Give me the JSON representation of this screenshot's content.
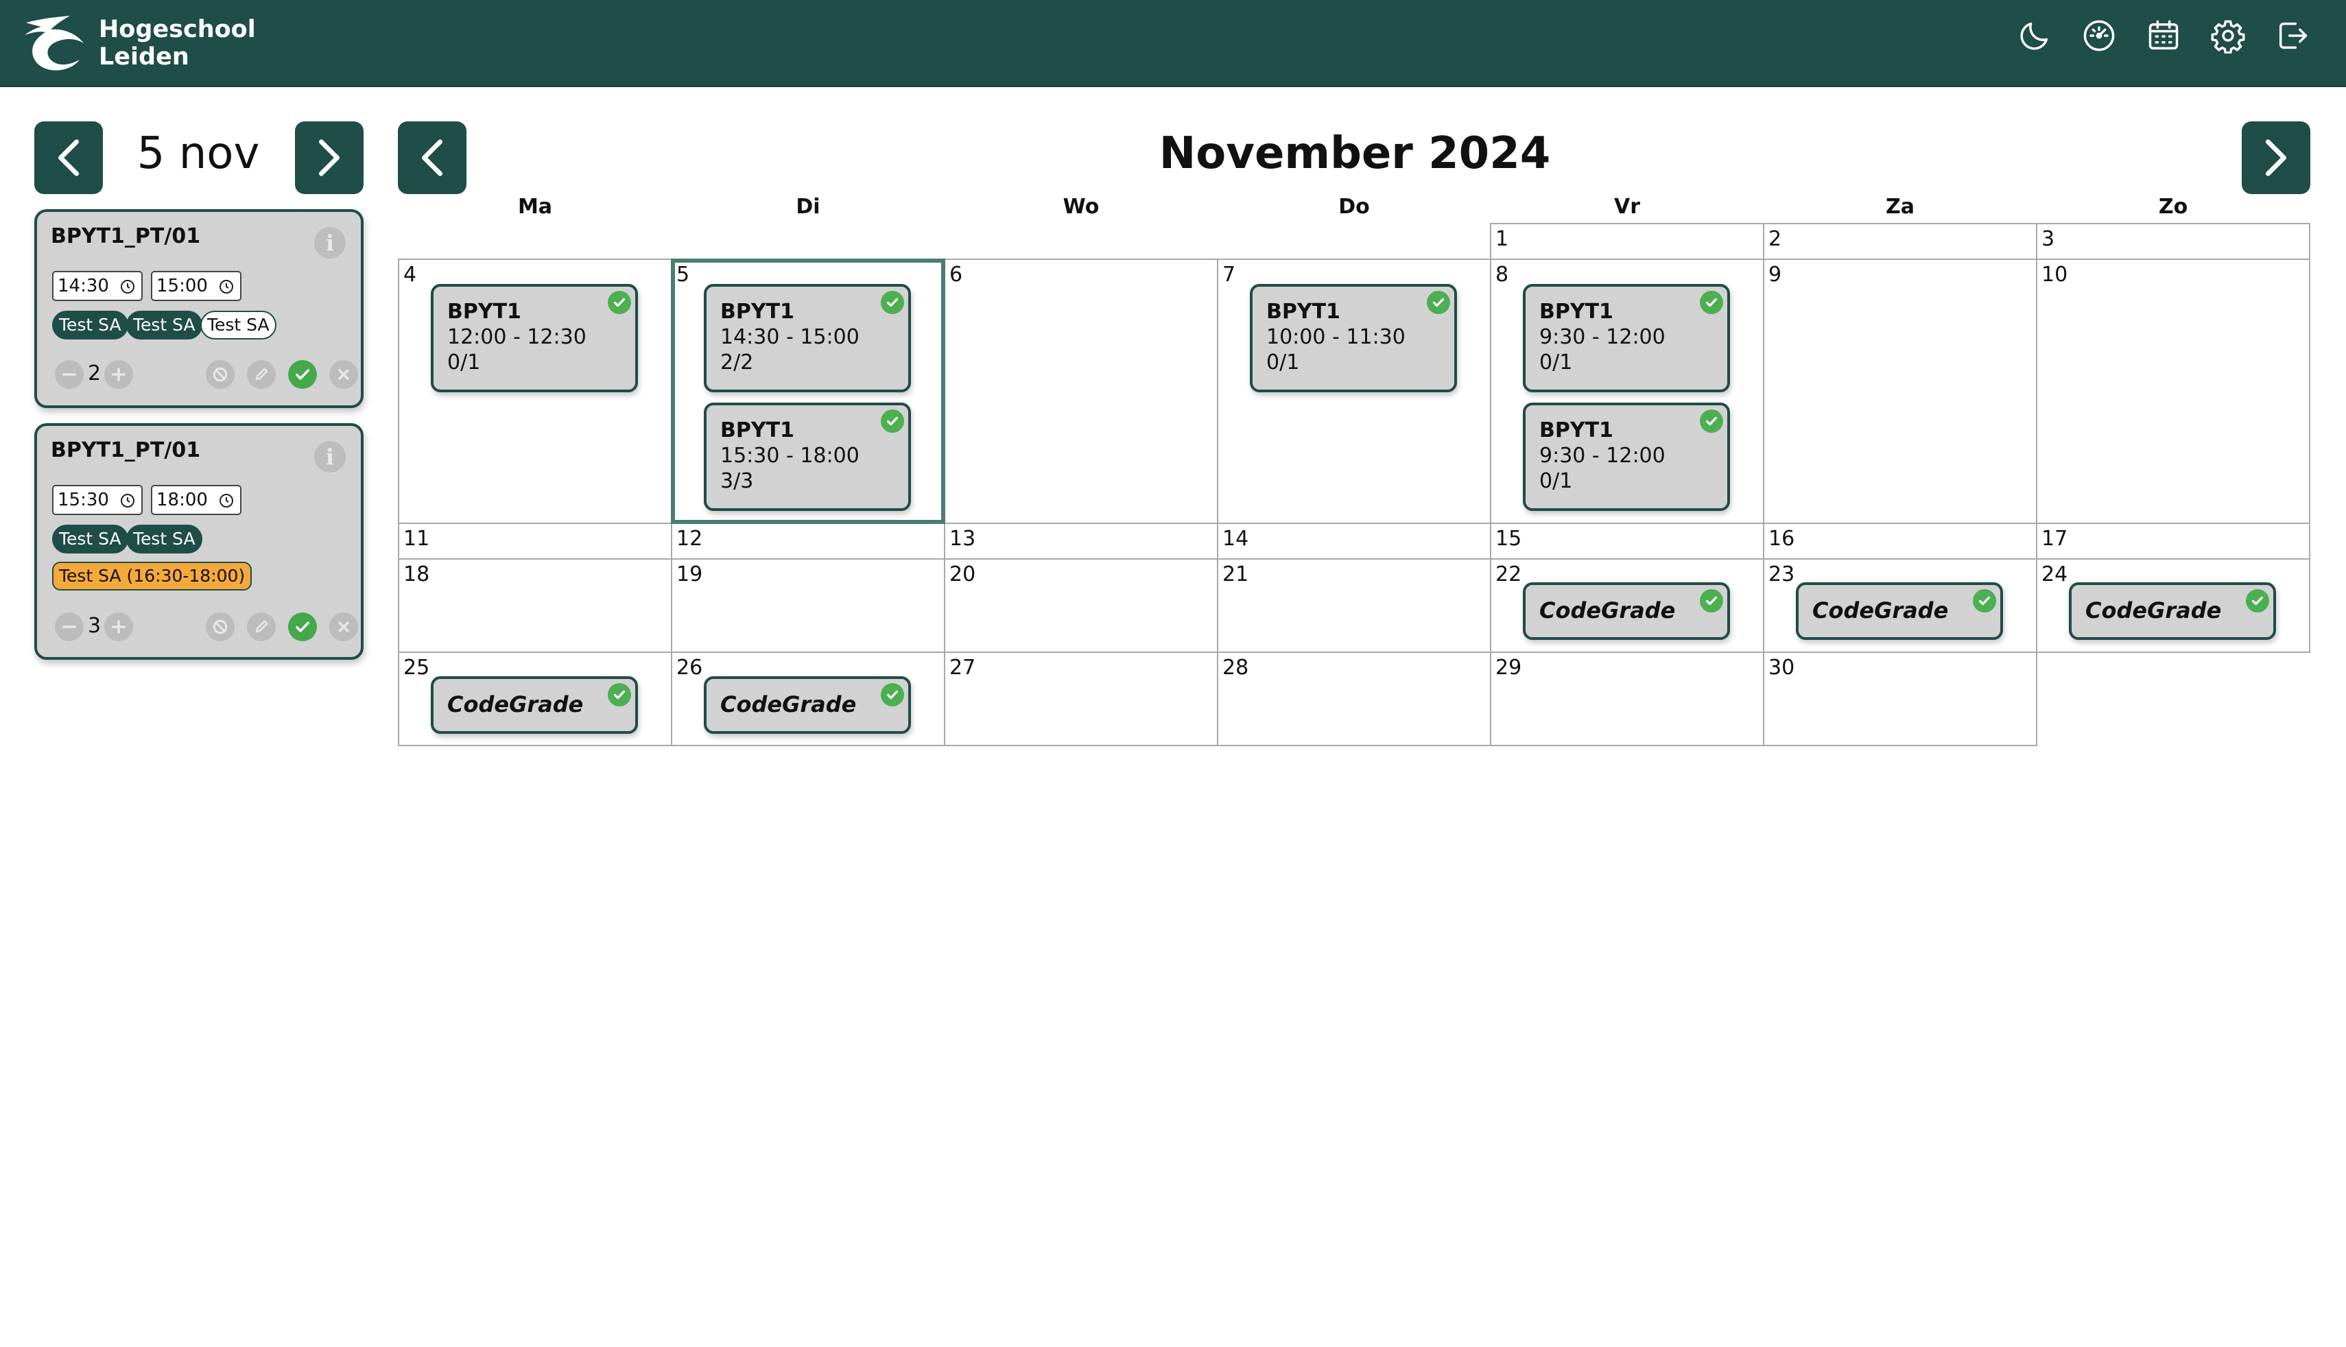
{
  "header": {
    "logo_line1": "Hogeschool",
    "logo_line2": "Leiden",
    "icons": [
      "moon-icon",
      "dashboard-icon",
      "calendar-icon",
      "gear-icon",
      "logout-icon"
    ],
    "brand_color": "#1f4d48"
  },
  "day_panel": {
    "date_label": "5 nov",
    "slots": [
      {
        "title": "BPYT1_PT/01",
        "start": "14:30",
        "end": "15:00",
        "tags": [
          "Test SA",
          "Test SA",
          "Test SA"
        ],
        "count": "2"
      },
      {
        "title": "BPYT1_PT/01",
        "start": "15:30",
        "end": "18:00",
        "tags": [
          "Test SA",
          "Test SA",
          "Test SA (16:30-18:00)"
        ],
        "count": "3"
      }
    ]
  },
  "calendar": {
    "month_title": "November 2024",
    "weekdays": [
      "Ma",
      "Di",
      "Wo",
      "Do",
      "Vr",
      "Za",
      "Zo"
    ],
    "days": [
      "1",
      "2",
      "3",
      "4",
      "5",
      "6",
      "7",
      "8",
      "9",
      "10",
      "11",
      "12",
      "13",
      "14",
      "15",
      "16",
      "17",
      "18",
      "19",
      "20",
      "21",
      "22",
      "23",
      "24",
      "25",
      "26",
      "27",
      "28",
      "29",
      "30"
    ],
    "events": {
      "d4": [
        {
          "title": "BPYT1",
          "time": "12:00 - 12:30",
          "count": "0/1"
        }
      ],
      "d5": [
        {
          "title": "BPYT1",
          "time": "14:30 - 15:00",
          "count": "2/2"
        },
        {
          "title": "BPYT1",
          "time": "15:30 - 18:00",
          "count": "3/3"
        }
      ],
      "d7": [
        {
          "title": "BPYT1",
          "time": "10:00 - 11:30",
          "count": "0/1"
        }
      ],
      "d8": [
        {
          "title": "BPYT1",
          "time": "9:30 - 12:00",
          "count": "0/1"
        },
        {
          "title": "BPYT1",
          "time": "9:30 - 12:00",
          "count": "0/1"
        }
      ],
      "d22": "CodeGrade",
      "d23": "CodeGrade",
      "d24": "CodeGrade",
      "d25": "CodeGrade",
      "d26": "CodeGrade"
    }
  }
}
